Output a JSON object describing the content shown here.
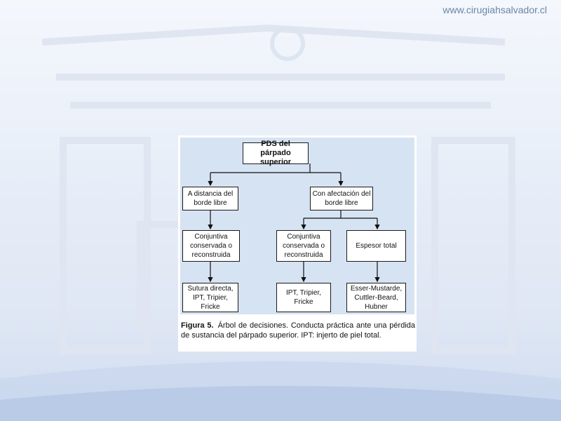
{
  "site": {
    "url": "www.cirugiahsalvador.cl"
  },
  "figure": {
    "nodes": {
      "root": "PDS del párpado superior",
      "left_branch": "A distancia del borde libre",
      "right_branch": "Con afectación del borde libre",
      "left_mid": "Conjuntiva conservada o reconstruida",
      "right_mid_left": "Conjuntiva conservada o reconstruida",
      "right_mid_right": "Espesor total",
      "left_leaf": "Sutura directa, IPT, Tripier, Fricke",
      "right_leaf_left": "IPT, Tripier, Fricke",
      "right_leaf_right": "Esser-Mustarde, Cuttler-Beard, Hubner"
    },
    "caption": {
      "label": "Figura 5.",
      "text": "Árbol de decisiones. Conducta práctica ante una pérdida de sustancia del párpado superior. IPT: injerto de piel total."
    }
  },
  "colors": {
    "diagram_bg": "#d6e3f2",
    "url_text": "#6a85aa",
    "bottom_band": "#b9cbe6"
  }
}
